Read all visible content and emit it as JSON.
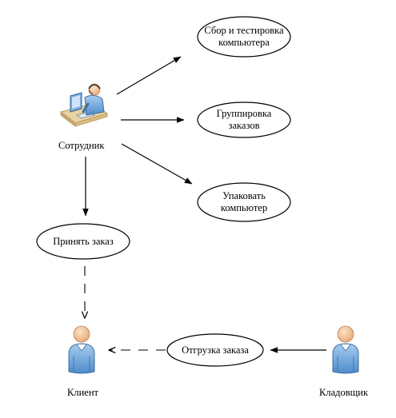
{
  "actors": {
    "employee": {
      "label": "Сотрудник",
      "icon": "operator-at-desk-icon"
    },
    "client": {
      "label": "Клиент",
      "icon": "person-icon"
    },
    "warehouse": {
      "label": "Кладовщик",
      "icon": "person-icon"
    }
  },
  "use_cases": {
    "assemble": [
      "Сбор и тестировка",
      "компьютера"
    ],
    "group": [
      "Группировка",
      "заказов"
    ],
    "pack": [
      "Упаковать",
      "компьютер"
    ],
    "accept": [
      "Принять заказ"
    ],
    "ship": [
      "Отгрузка заказа"
    ]
  },
  "colors": {
    "person_body": "#6fa8dc",
    "person_outline": "#3d6f9f",
    "skin": "#f3c9a0",
    "desk": "#e9d3a3"
  }
}
